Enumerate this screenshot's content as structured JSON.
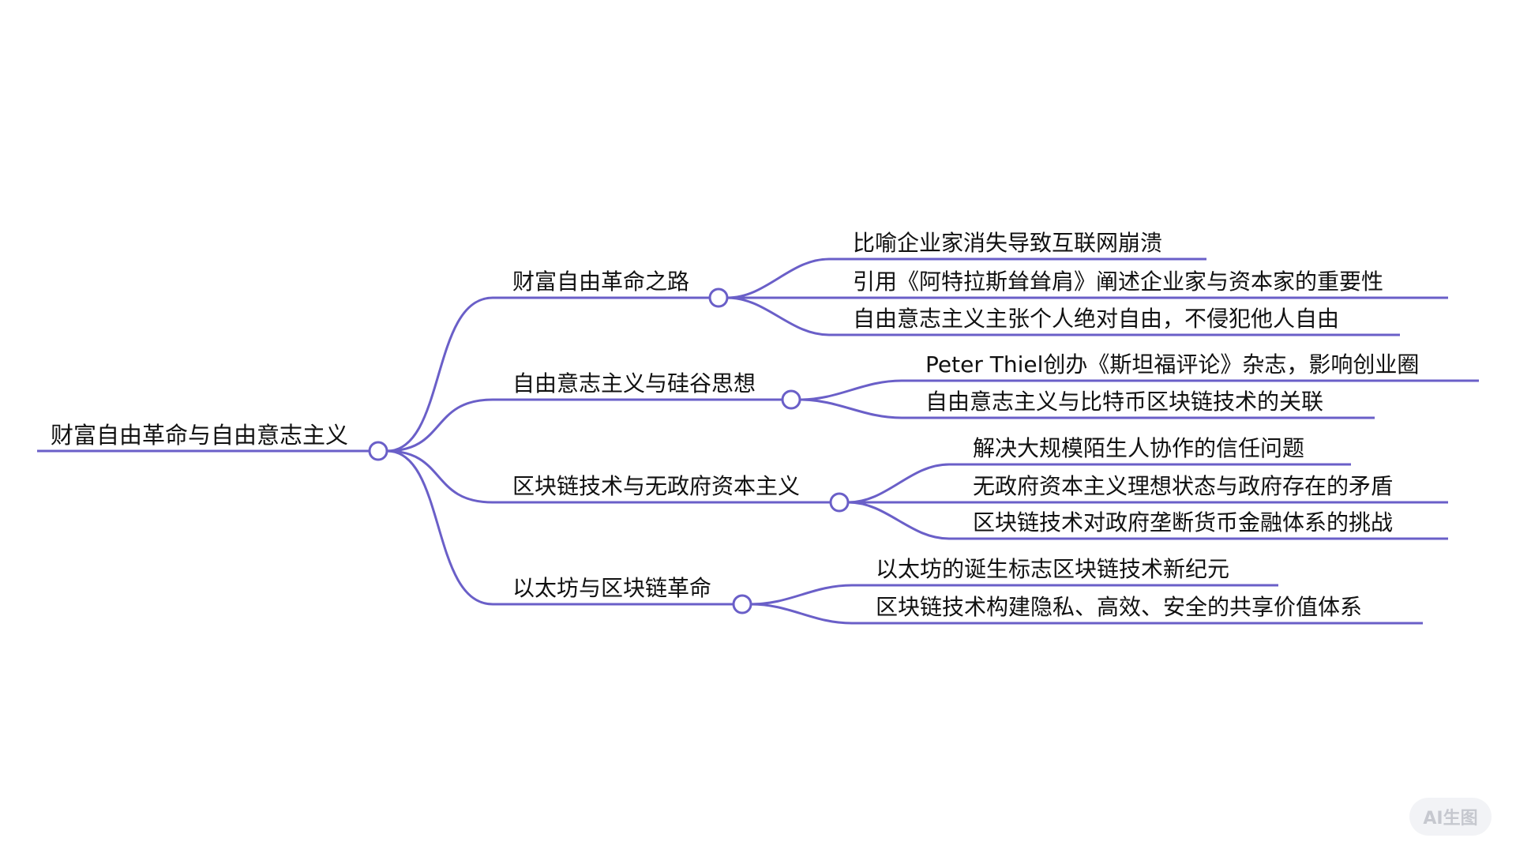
{
  "mindmap": {
    "root": "财富自由革命与自由意志主义",
    "accent_color": "#6a5fc8",
    "branches": [
      {
        "label": "财富自由革命之路",
        "children": [
          "比喻企业家消失导致互联网崩溃",
          "引用《阿特拉斯耸耸肩》阐述企业家与资本家的重要性",
          "自由意志主义主张个人绝对自由，不侵犯他人自由"
        ]
      },
      {
        "label": "自由意志主义与硅谷思想",
        "children": [
          "Peter Thiel创办《斯坦福评论》杂志，影响创业圈",
          "自由意志主义与比特币区块链技术的关联"
        ]
      },
      {
        "label": "区块链技术与无政府资本主义",
        "children": [
          "解决大规模陌生人协作的信任问题",
          "无政府资本主义理想状态与政府存在的矛盾",
          "区块链技术对政府垄断货币金融体系的挑战"
        ]
      },
      {
        "label": "以太坊与区块链革命",
        "children": [
          "以太坊的诞生标志区块链技术新纪元",
          "区块链技术构建隐私、高效、安全的共享价值体系"
        ]
      }
    ]
  },
  "badge": {
    "label": "AI生图"
  }
}
